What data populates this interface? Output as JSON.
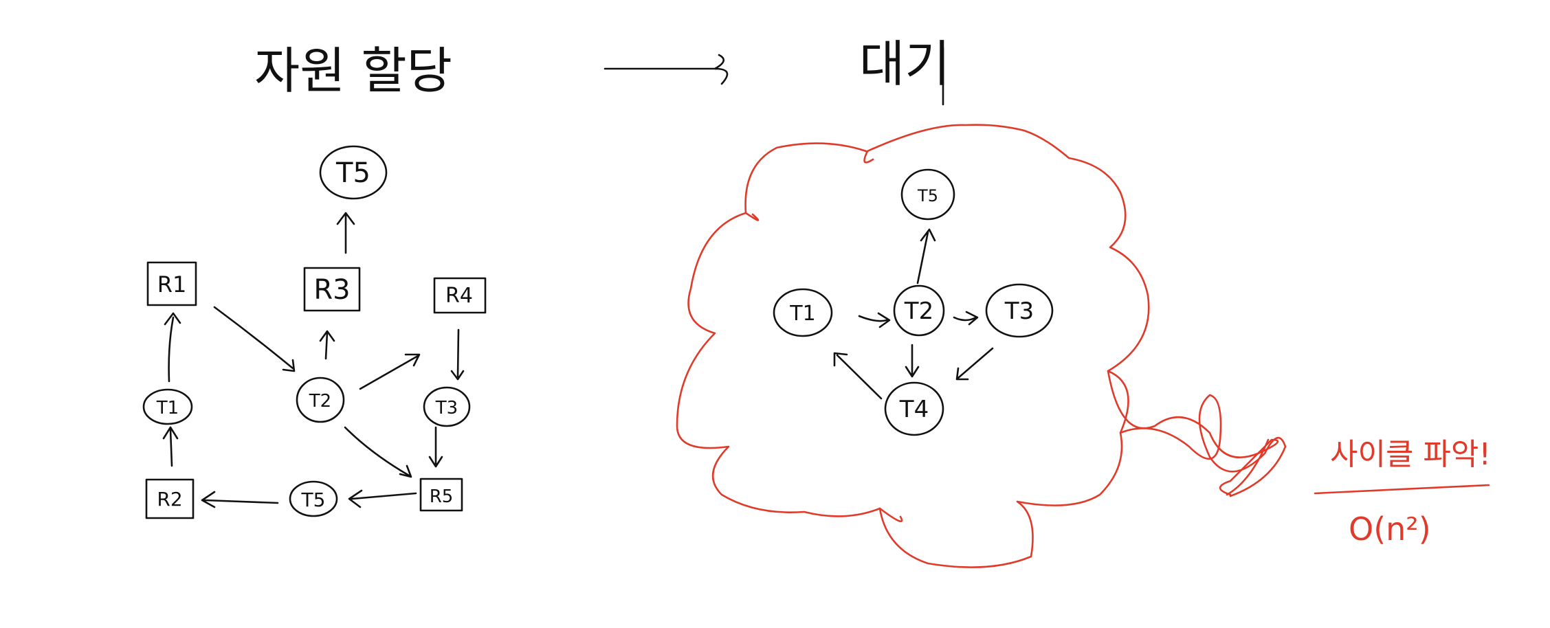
{
  "header": {
    "left_title": "자원 할당",
    "right_title": "대기"
  },
  "allocation_graph": {
    "nodes": [
      {
        "label": "T5"
      },
      {
        "label": "R1"
      },
      {
        "label": "R3"
      },
      {
        "label": "R4"
      },
      {
        "label": "T1"
      },
      {
        "label": "T2"
      },
      {
        "label": "T3"
      },
      {
        "label": "R2"
      },
      {
        "label": "T5"
      },
      {
        "label": "R5"
      }
    ]
  },
  "wait_graph": {
    "nodes": [
      {
        "label": "T5"
      },
      {
        "label": "T1"
      },
      {
        "label": "T2"
      },
      {
        "label": "T3"
      },
      {
        "label": "T4"
      }
    ]
  },
  "note": {
    "text": "사이클 파악!",
    "complexity": "O(n²)"
  },
  "colors": {
    "ink": "#111111",
    "accent": "#e03a2a"
  }
}
